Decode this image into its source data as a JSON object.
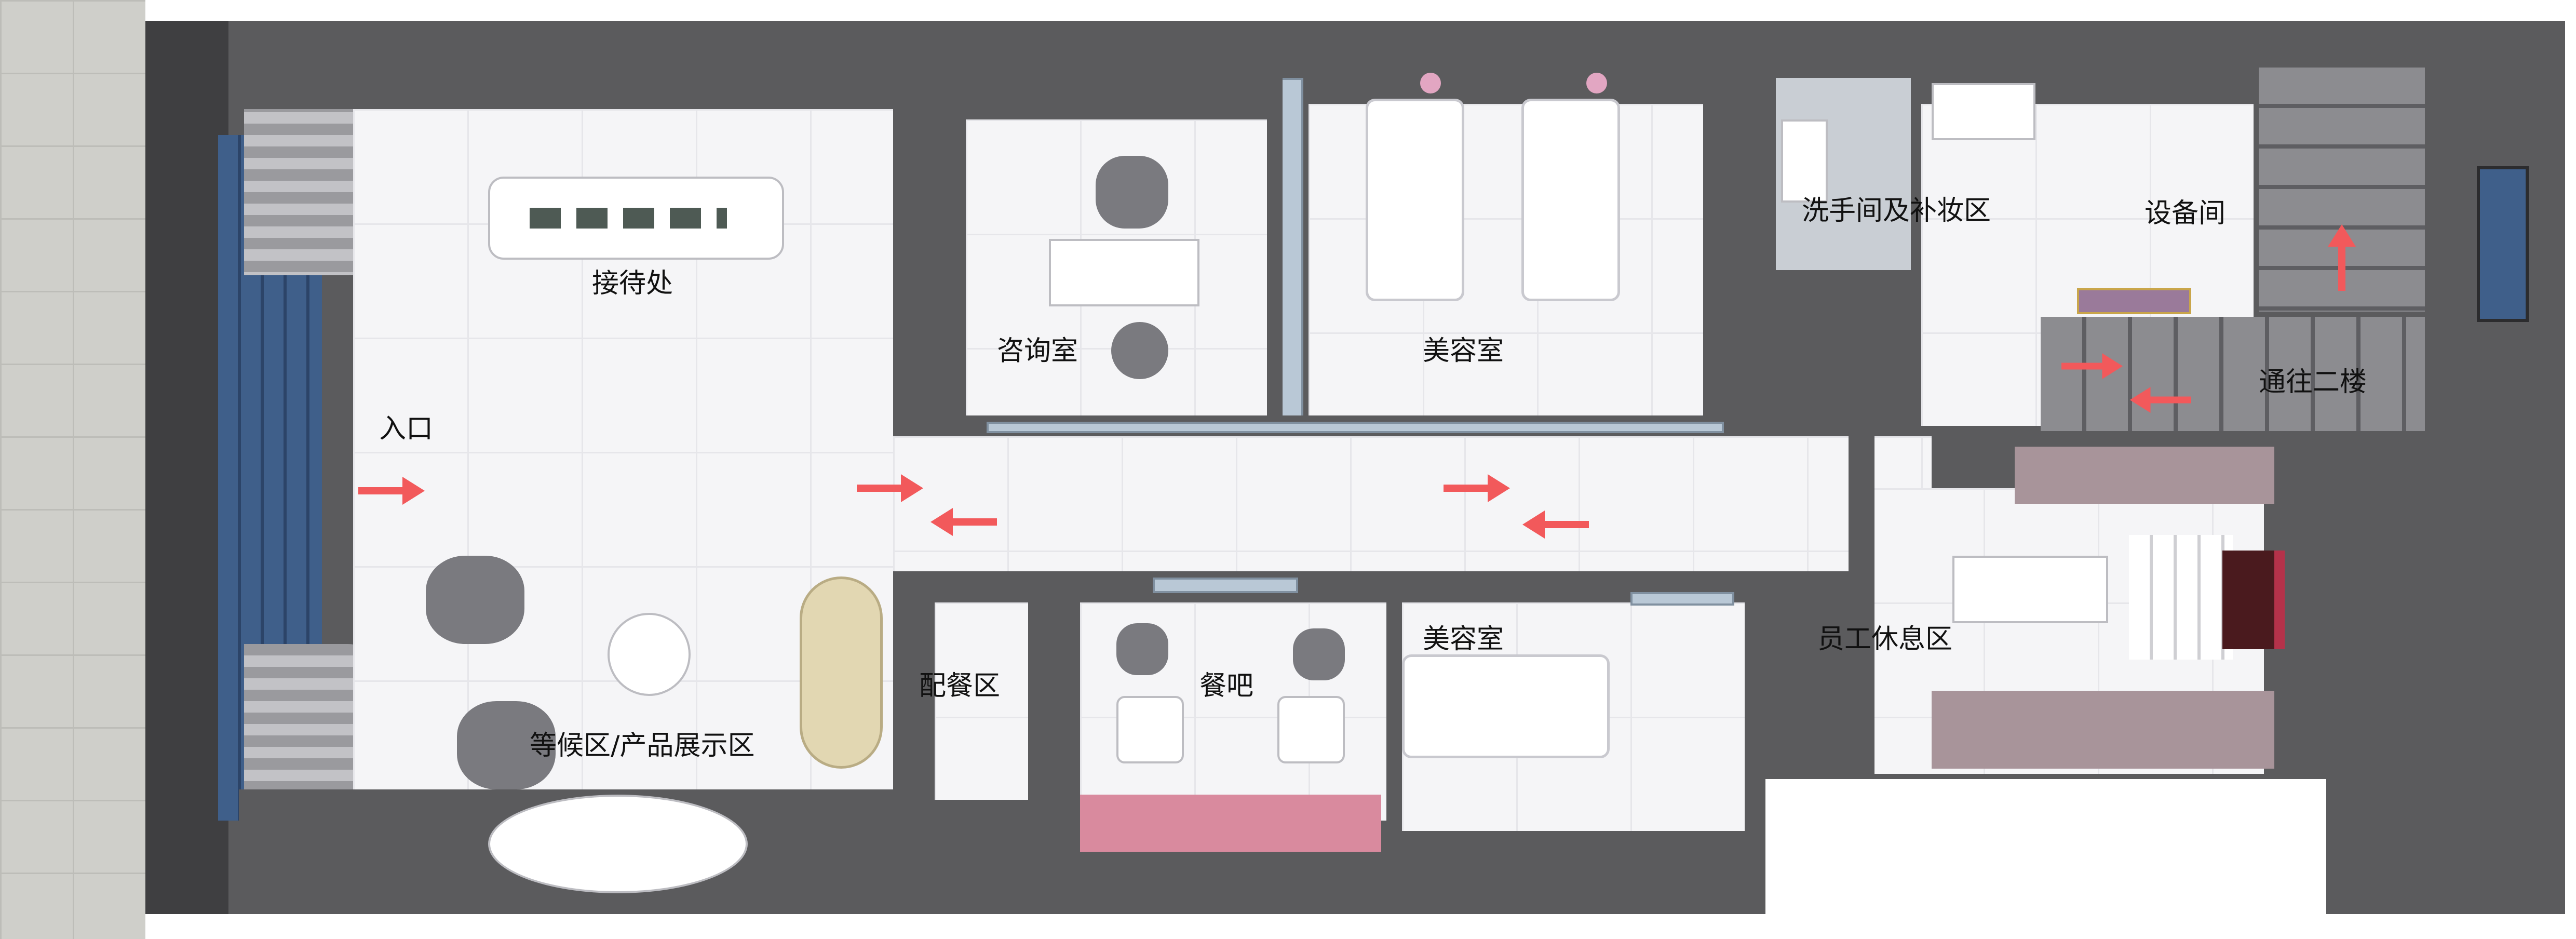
{
  "labels": {
    "entrance": "入口",
    "reception": "接待处",
    "consult": "咨询室",
    "beauty_top": "美容室",
    "washroom": "洗手间及补妆区",
    "equipment": "设备间",
    "stairs": "通往二楼",
    "pantry": "配餐区",
    "dining": "餐吧",
    "beauty_bottom": "美容室",
    "staff": "员工休息区",
    "waiting": "等候区/产品展示区"
  },
  "colors": {
    "wall": "#5b5b5d",
    "floor": "#f4f4f6",
    "arrow": "#f2595b",
    "pink_bench": "#d98a9e",
    "mauve_bench": "#a8949a"
  }
}
